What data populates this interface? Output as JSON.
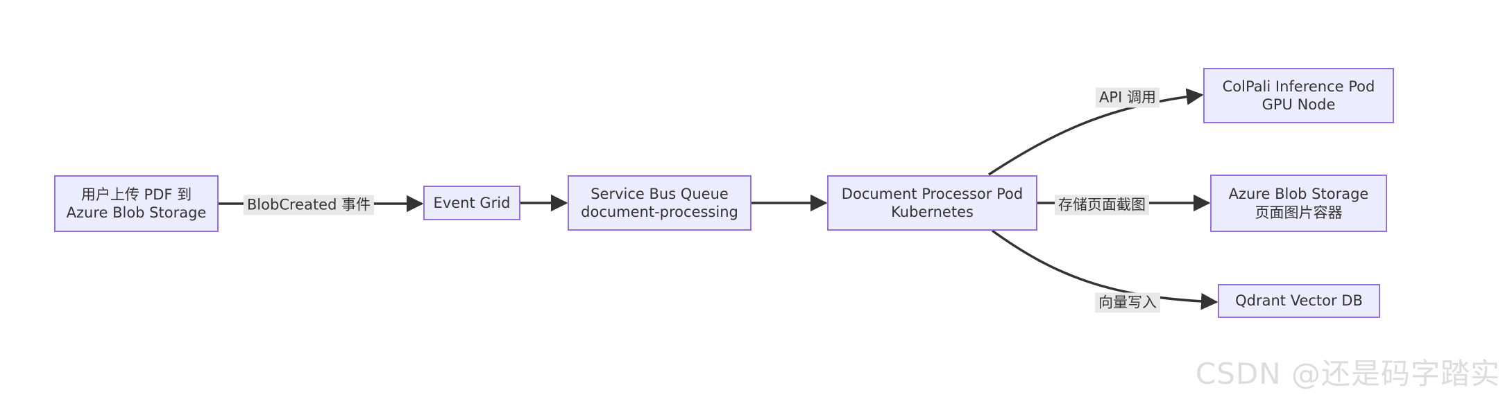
{
  "diagram": {
    "type": "flowchart",
    "direction": "LR",
    "nodes": [
      {
        "id": "upload",
        "lines": [
          "用户上传 PDF 到",
          "Azure Blob Storage"
        ]
      },
      {
        "id": "event-grid",
        "lines": [
          "Event Grid"
        ]
      },
      {
        "id": "service-bus",
        "lines": [
          "Service Bus Queue",
          "document-processing"
        ]
      },
      {
        "id": "doc-processor",
        "lines": [
          "Document Processor Pod",
          "Kubernetes"
        ]
      },
      {
        "id": "colpali",
        "lines": [
          "ColPali Inference Pod",
          "GPU Node"
        ]
      },
      {
        "id": "blob-images",
        "lines": [
          "Azure Blob Storage",
          "页面图片容器"
        ]
      },
      {
        "id": "qdrant",
        "lines": [
          "Qdrant Vector DB"
        ]
      }
    ],
    "edges": [
      {
        "from": "upload",
        "to": "event-grid",
        "label": "BlobCreated 事件"
      },
      {
        "from": "event-grid",
        "to": "service-bus",
        "label": ""
      },
      {
        "from": "service-bus",
        "to": "doc-processor",
        "label": ""
      },
      {
        "from": "doc-processor",
        "to": "colpali",
        "label": "API 调用"
      },
      {
        "from": "doc-processor",
        "to": "blob-images",
        "label": "存储页面截图"
      },
      {
        "from": "doc-processor",
        "to": "qdrant",
        "label": "向量写入"
      }
    ]
  },
  "watermark": {
    "text": "CSDN @还是码字踏实"
  },
  "colors": {
    "node_fill": "#ECECFF",
    "node_border": "#9370DB",
    "text_color": "#333333",
    "edge_color": "#333333",
    "label_bg": "#e8e8e8",
    "watermark_color": "#dcdcdc",
    "background": "#ffffff"
  }
}
